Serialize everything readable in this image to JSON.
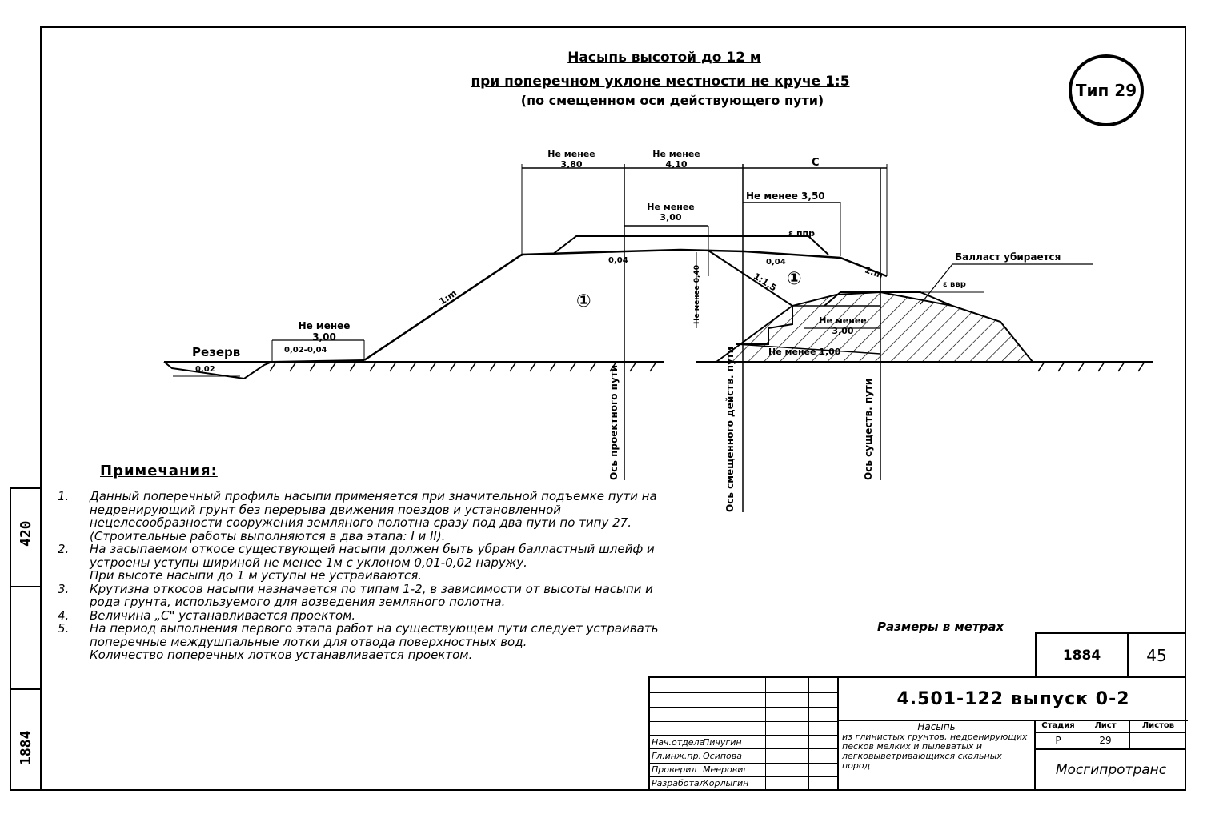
{
  "title": {
    "line1": "Насыпь высотой до 12 м",
    "line2": "при поперечном уклоне местности не круче 1:5",
    "line3": "(по смещенном оси действующего пути)"
  },
  "type_badge": "Тип 29",
  "left_strip": {
    "top": "420",
    "bottom": "1884"
  },
  "dims": {
    "d1_line1": "Не менее",
    "d1_line2": "3,80",
    "d2_line1": "Не менее",
    "d2_line2": "4,10",
    "d3": "С",
    "d4": "Не менее 3,50",
    "d5_line1": "Не менее",
    "d5_line2": "3,00",
    "ppr": "ε ппр",
    "slope_left": "1:m",
    "slope_mid": "1:1,5",
    "slope_right": "1:m",
    "grade_left": "0,04",
    "grade_right": "0,04",
    "vertical_dim": "Не менее 0,40",
    "ballast_label": "Балласт убирается",
    "vpp": "ε ввр",
    "berm_line1": "Не менее",
    "berm_line2": "3,00",
    "berm_slope": "0,02-0,04",
    "reserve": "Резерв",
    "reserve_slope": "0,02",
    "step_line1": "Не менее",
    "step_line2": "3,00",
    "step_width": "Не менее 1,00",
    "zone1": "①",
    "zone2": "①",
    "axis1": "Ось проектного пути",
    "axis2": "Ось смещенного действ. пути",
    "axis3": "Ось существ. пути"
  },
  "notes_heading": "Примечания:",
  "notes": [
    {
      "num": "1.",
      "text": "Данный поперечный профиль насыпи применяется при значительной подъемке пути на недренирующий грунт без перерыва движения поездов и установленной нецелесообразности сооружения земляного полотна сразу под два пути по типу 27. (Строительные работы выполняются в два этапа: I и II)."
    },
    {
      "num": "2.",
      "text": "На засыпаемом откосе существующей насыпи должен быть убран балластный шлейф и устроены уступы шириной не менее 1м с уклоном 0,01-0,02 наружу.",
      "extra": "При высоте насыпи до 1 м уступы не устраиваются."
    },
    {
      "num": "3.",
      "text": "Крутизна откосов насыпи назначается по типам 1-2, в зависимости от высоты насыпи и рода грунта, используемого для возведения земляного полотна."
    },
    {
      "num": "4.",
      "text": "Величина „С\" устанавливается проектом."
    },
    {
      "num": "5.",
      "text": "На период выполнения первого этапа работ на существующем пути следует устраивать поперечные междушпальные лотки для отвода поверхностных вод.",
      "extra": "Количество поперечных лотков устанавливается проектом."
    }
  ],
  "sizes_note": "Размеры в метрах",
  "stamp": {
    "sheet_code": "1884",
    "sheet_no": "45",
    "doc_code": "4.501-122 выпуск 0-2",
    "desc_head": "Насыпь",
    "desc_body": "из глинистых грунтов, недренирующих песков мелких и пылеватых и легковыветривающихся скальных пород",
    "col_stage": "Стадия",
    "col_sheet": "Лист",
    "col_sheets": "Листов",
    "val_stage": "Р",
    "val_sheet": "29",
    "val_sheets": "",
    "org": "Мосгипротранс",
    "people": [
      {
        "role": "Нач.отдела",
        "name": "Пичугин"
      },
      {
        "role": "Гл.инж.пр.",
        "name": "Осипова"
      },
      {
        "role": "Проверил",
        "name": "Мееровиг"
      },
      {
        "role": "Разработал",
        "name": "Корлыгин"
      }
    ]
  }
}
